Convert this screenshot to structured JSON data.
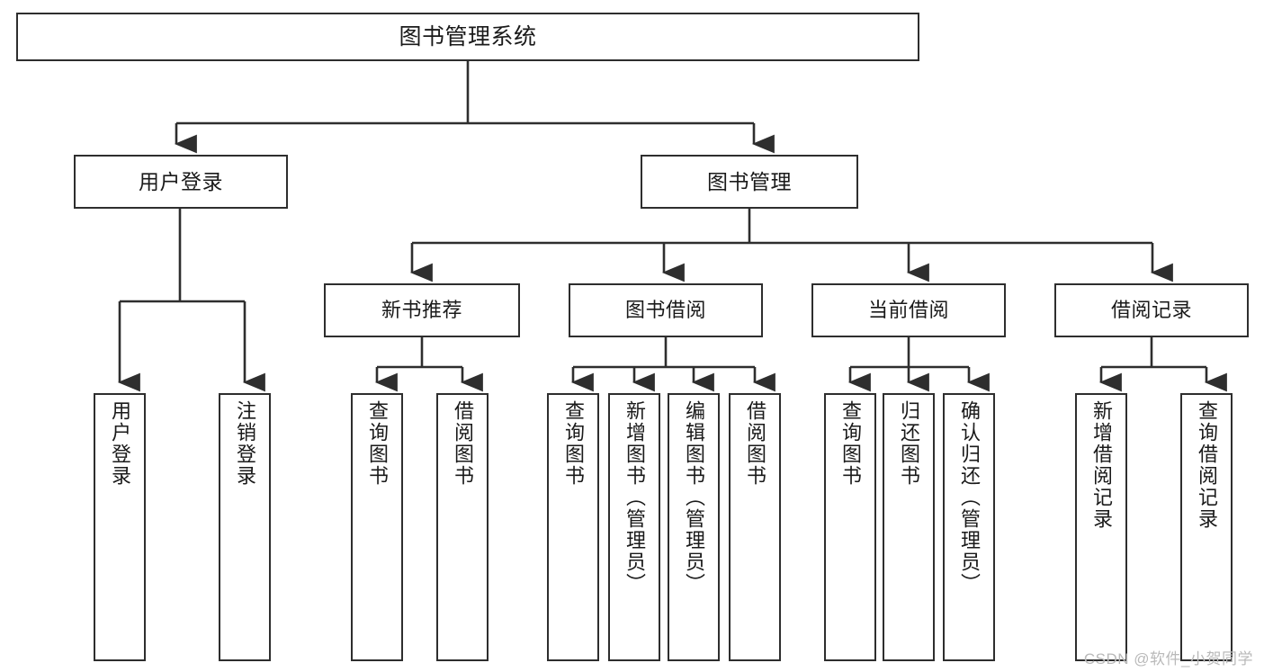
{
  "diagram": {
    "title": "图书管理系统",
    "type": "hierarchy-tree",
    "watermark": "CSDN @软件_小贺同学",
    "colors": {
      "box_border": "#2e2e2e",
      "box_fill": "#ffffff",
      "connector": "#2e2e2e",
      "text": "#1a1a1a",
      "watermark": "#b9b9b9"
    }
  },
  "nodes": {
    "root": {
      "label": "图书管理系统"
    },
    "level1": [
      {
        "label": "用户登录"
      },
      {
        "label": "图书管理"
      }
    ],
    "level2": [
      {
        "label": "新书推荐"
      },
      {
        "label": "图书借阅"
      },
      {
        "label": "当前借阅"
      },
      {
        "label": "借阅记录"
      }
    ],
    "leaves": {
      "user_login": [
        {
          "label": "用户登录"
        },
        {
          "label": "注销登录"
        }
      ],
      "new_book_recommend": [
        {
          "label": "查询图书"
        },
        {
          "label": "借阅图书"
        }
      ],
      "book_borrow": [
        {
          "label": "查询图书"
        },
        {
          "label": "新增图书（管理员）"
        },
        {
          "label": "编辑图书（管理员）"
        },
        {
          "label": "借阅图书"
        }
      ],
      "current_borrow": [
        {
          "label": "查询图书"
        },
        {
          "label": "归还图书"
        },
        {
          "label": "确认归还（管理员）"
        }
      ],
      "borrow_record": [
        {
          "label": "新增借阅记录"
        },
        {
          "label": "查询借阅记录"
        }
      ]
    }
  }
}
